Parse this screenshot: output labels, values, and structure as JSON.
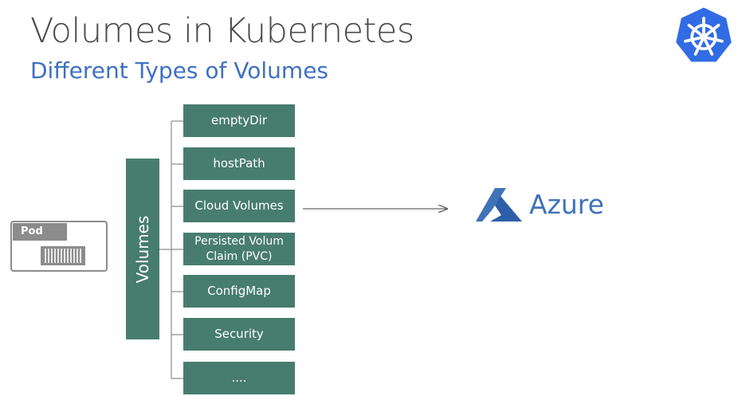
{
  "header": {
    "title": "Volumes in Kubernetes",
    "subtitle": "Different Types of Volumes"
  },
  "pod": {
    "label": "Pod"
  },
  "volumes": {
    "label": "Volumes",
    "types": [
      {
        "label": "emptyDir"
      },
      {
        "label": "hostPath"
      },
      {
        "label": "Cloud Volumes"
      },
      {
        "label": "Persisted Volum Claim (PVC)"
      },
      {
        "label": "ConfigMap"
      },
      {
        "label": "Security"
      },
      {
        "label": "...."
      }
    ]
  },
  "cloud_target": {
    "label": "Azure"
  },
  "colors": {
    "box_green": "#477d6e",
    "title_gray": "#4a4a4a",
    "subtitle_blue": "#3f70c4",
    "azure_blue": "#3f73b8",
    "kubernetes_blue": "#326ce5",
    "pod_gray": "#8c8c8c"
  },
  "icons": [
    "kubernetes-logo-icon",
    "container-icon",
    "azure-logo-icon"
  ]
}
